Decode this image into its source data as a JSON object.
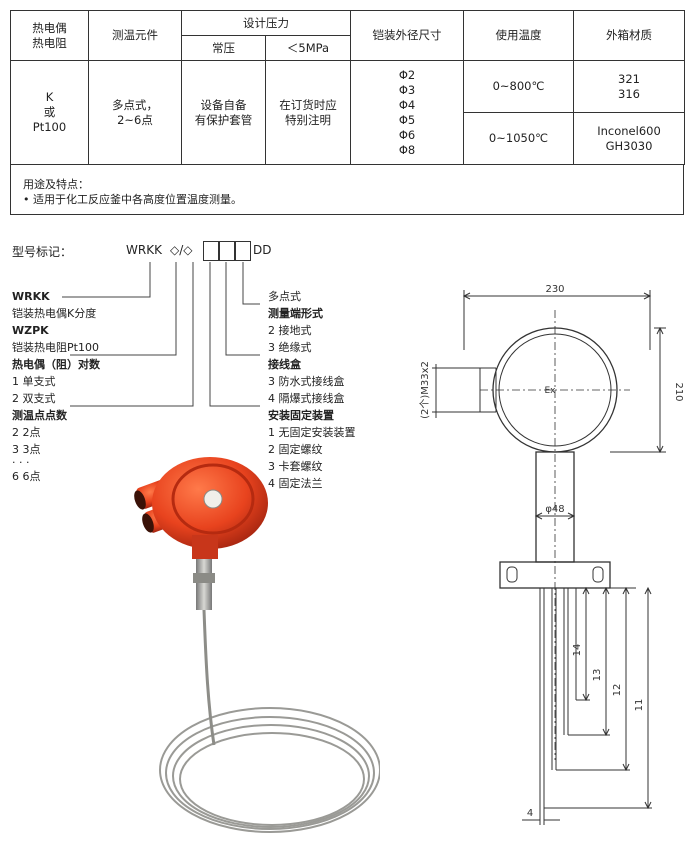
{
  "table": {
    "header": {
      "col1": [
        "热电偶",
        "热电阻"
      ],
      "col2": "测温元件",
      "col3_group": "设计压力",
      "col3a": "常压",
      "col3b": "＜5MPa",
      "col4": "铠装外径尺寸",
      "col5": "使用温度",
      "col6": "外箱材质"
    },
    "row": {
      "col1": [
        "K",
        "或",
        "Pt100"
      ],
      "col2": [
        "多点式，",
        "2~6点"
      ],
      "col3a": [
        "设备自备",
        "有保护套管"
      ],
      "col3b": [
        "在订货时应",
        "特别注明"
      ],
      "col4": [
        "Φ2",
        "Φ3",
        "Φ4",
        "Φ5",
        "Φ6",
        "Φ8"
      ],
      "col5a": "0~800℃",
      "col5b": "0~1050℃",
      "col6a": [
        "321",
        "316"
      ],
      "col6b": [
        "Inconel600",
        "GH3030"
      ]
    }
  },
  "usage": {
    "title": "用途及特点：",
    "bullet": "• 适用于化工反应釜中各高度位置温度测量。"
  },
  "model": {
    "label": "型号标记：",
    "code_prefix": "WRKK",
    "code_diamonds": "◇/◇",
    "code_suffix": "DD",
    "left": [
      {
        "text": "WRKK",
        "bold": true
      },
      {
        "text": "铠装热电偶K分度",
        "bold": false
      },
      {
        "text": "WZPK",
        "bold": true
      },
      {
        "text": "铠装热电阻Pt100",
        "bold": false
      },
      {
        "text": "热电偶（阻）对数",
        "bold": true
      },
      {
        "text": "1 单支式",
        "bold": false
      },
      {
        "text": "2 双支式",
        "bold": false
      },
      {
        "text": "测温点点数",
        "bold": true
      },
      {
        "text": "2 2点",
        "bold": false
      },
      {
        "text": "3 3点",
        "bold": false
      },
      {
        "text": "· · ·",
        "bold": false
      },
      {
        "text": "6 6点",
        "bold": false
      }
    ],
    "right": [
      {
        "text": "多点式",
        "bold": false
      },
      {
        "text": "测量端形式",
        "bold": true
      },
      {
        "text": "2 接地式",
        "bold": false
      },
      {
        "text": "3 绝缘式",
        "bold": false
      },
      {
        "text": "接线盒",
        "bold": true
      },
      {
        "text": "3 防水式接线盒",
        "bold": false
      },
      {
        "text": "4 隔爆式接线盒",
        "bold": false
      },
      {
        "text": "安装固定装置",
        "bold": true
      },
      {
        "text": "1 无固定安装装置",
        "bold": false
      },
      {
        "text": "2 固定螺纹",
        "bold": false
      },
      {
        "text": "3 卡套螺纹",
        "bold": false
      },
      {
        "text": "4 固定法兰",
        "bold": false
      }
    ]
  },
  "drawing": {
    "dim_width": "230",
    "dim_height": "210",
    "thread": "(2个)M33x2",
    "ex": "Ex",
    "dia": "φ48",
    "l4": "4",
    "l14": "14",
    "l13": "13",
    "l12": "12",
    "l11": "11"
  },
  "colors": {
    "housing": "#e8431e",
    "housing_dark": "#b52a10",
    "steel": "#a9a9a4"
  }
}
